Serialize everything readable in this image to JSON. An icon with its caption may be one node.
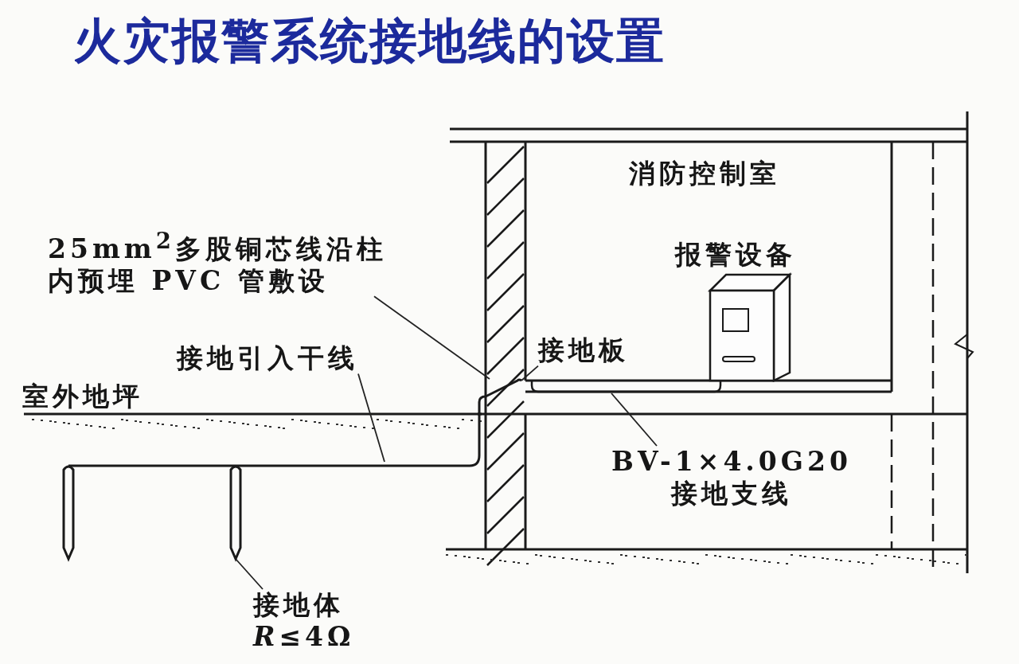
{
  "diagram": {
    "title": "火灾报警系统接地线的设置",
    "nodes": [
      {
        "text": [
          "25mm$^{2}$多股铜芯线沿柱内预埋 PVC 管敷设"
        ]
      },
      {
        "text": [
          "接地引入干线"
        ]
      },
      {
        "text": [
          "接地板"
        ]
      },
      {
        "text": [
          "BV-1×4.0G20",
          "接地支线"
        ]
      },
      {
        "text": [
          "接地体",
          "*R*≤4Ω"
        ]
      }
    ],
    "edges": [
      {
        "from": 0,
        "to": null,
        "arrow": "none"
      },
      {
        "from": 1,
        "to": null,
        "arrow": "none"
      },
      {
        "from": 2,
        "to": null,
        "arrow": "none"
      },
      {
        "from": 3,
        "to": null,
        "arrow": "none"
      },
      {
        "from": 4,
        "to": null,
        "arrow": "none"
      }
    ],
    "labels": [
      "消防控制室",
      "报警设备",
      "室外地坪"
    ]
  }
}
